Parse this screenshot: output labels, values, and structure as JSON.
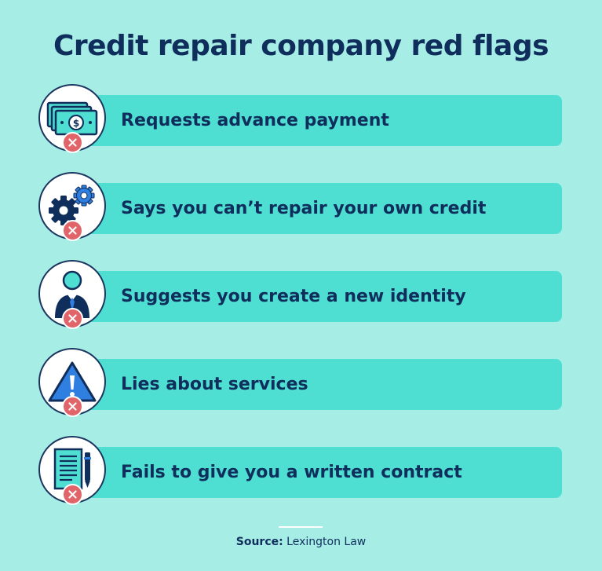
{
  "title": "Credit repair company red flags",
  "items": [
    {
      "label": "Requests advance payment",
      "icon": "money-bills-icon"
    },
    {
      "label": "Says you can’t repair your own credit",
      "icon": "gears-icon"
    },
    {
      "label": "Suggests you create a new identity",
      "icon": "person-icon"
    },
    {
      "label": "Lies about services",
      "icon": "warning-icon"
    },
    {
      "label": "Fails to give you a written contract",
      "icon": "document-pen-icon"
    }
  ],
  "source": {
    "prefix": "Source:",
    "name": "Lexington Law"
  },
  "colors": {
    "background": "#a6ede6",
    "bar": "#4fdfd2",
    "text": "#102e5c",
    "x_badge": "#e06468"
  }
}
